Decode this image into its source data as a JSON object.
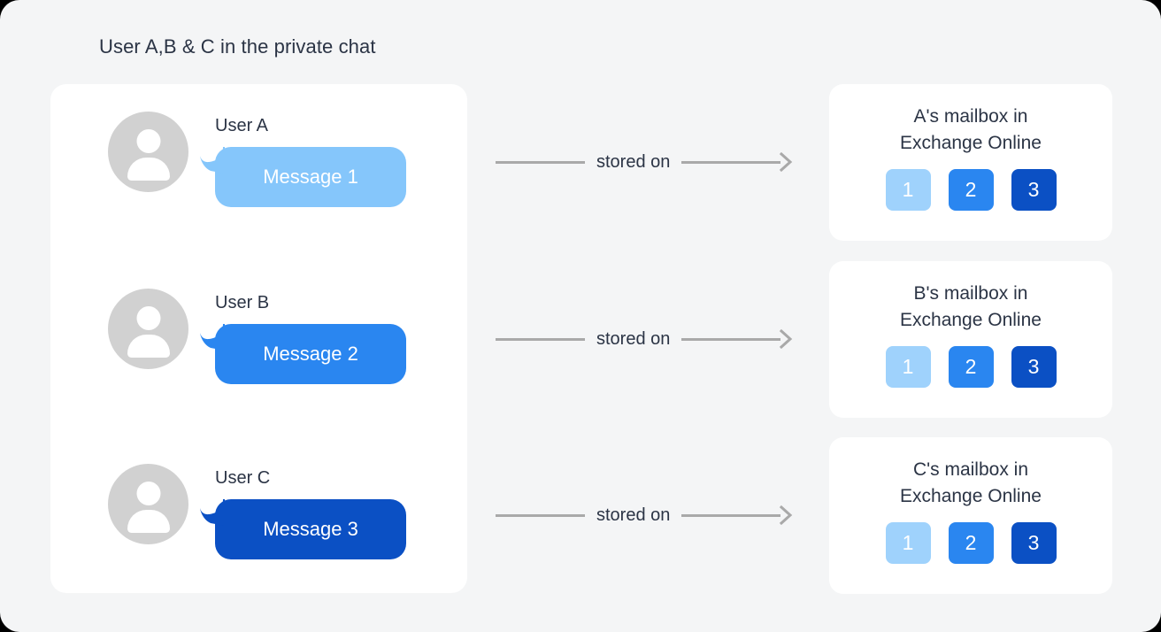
{
  "page": {
    "background_color": "#f4f5f6",
    "title": "User A,B & C in the private chat"
  },
  "colors": {
    "message_1": "#85c6fb",
    "message_2": "#2a86f0",
    "message_3": "#0b50c4",
    "tile_1": "#9fd2fc",
    "tile_2": "#2a86f0",
    "tile_3": "#0b50c4",
    "avatar": "#d1d1d1",
    "connector": "#a9a9a9",
    "text": "#2b3445",
    "card": "#ffffff"
  },
  "chat_panel": {
    "rows": [
      {
        "avatar_icon": "person-icon",
        "user_label": "User A",
        "message": "Message 1",
        "bubble_color": "#85c6fb"
      },
      {
        "avatar_icon": "person-icon",
        "user_label": "User B",
        "message": "Message 2",
        "bubble_color": "#2a86f0"
      },
      {
        "avatar_icon": "person-icon",
        "user_label": "User C",
        "message": "Message 3",
        "bubble_color": "#0b50c4"
      }
    ]
  },
  "connectors": [
    {
      "label": "stored on",
      "arrow_icon": "arrow-right-icon"
    },
    {
      "label": "stored on",
      "arrow_icon": "arrow-right-icon"
    },
    {
      "label": "stored on",
      "arrow_icon": "arrow-right-icon"
    }
  ],
  "mailboxes": [
    {
      "title": "A's mailbox in\nExchange Online",
      "tiles": [
        {
          "label": "1",
          "color": "#9fd2fc"
        },
        {
          "label": "2",
          "color": "#2a86f0"
        },
        {
          "label": "3",
          "color": "#0b50c4"
        }
      ]
    },
    {
      "title": "B's mailbox in\nExchange Online",
      "tiles": [
        {
          "label": "1",
          "color": "#9fd2fc"
        },
        {
          "label": "2",
          "color": "#2a86f0"
        },
        {
          "label": "3",
          "color": "#0b50c4"
        }
      ]
    },
    {
      "title": "C's mailbox in\nExchange Online",
      "tiles": [
        {
          "label": "1",
          "color": "#9fd2fc"
        },
        {
          "label": "2",
          "color": "#2a86f0"
        },
        {
          "label": "3",
          "color": "#0b50c4"
        }
      ]
    }
  ]
}
